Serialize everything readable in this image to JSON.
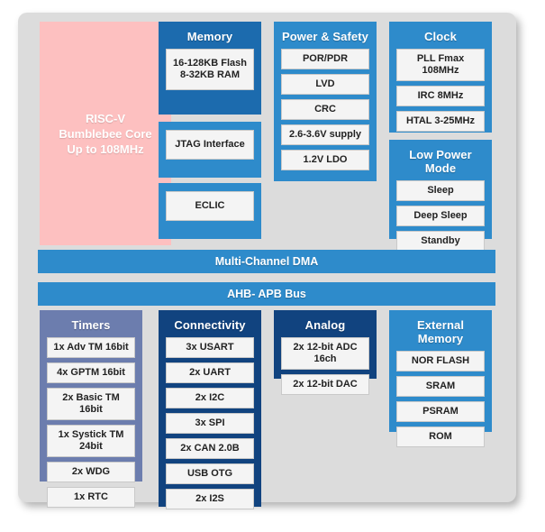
{
  "diagram": {
    "title": "RISC-V MCU Block Diagram",
    "colors": {
      "canvas": "#dcdcdc",
      "core_pink": "#fdc0c0",
      "blue_dark": "#1c6bae",
      "blue_mid": "#2e8bcb",
      "navy": "#11437f",
      "slate": "#6c7dae",
      "item_fill": "#f4f4f4"
    },
    "core": {
      "label_line1": "RISC-V",
      "label_line2": "Bumblebee Core",
      "label_line3": "Up to 108MHz"
    },
    "buses": [
      {
        "name": "multi-channel-dma",
        "label": "Multi-Channel DMA"
      },
      {
        "name": "ahb-apb-bus",
        "label": "AHB- APB Bus"
      }
    ],
    "blocks": [
      {
        "name": "memory",
        "title": "Memory",
        "color": "#1c6bae",
        "items": [
          "16-128KB Flash\n8-32KB RAM"
        ]
      },
      {
        "name": "jtag",
        "title": "",
        "color": "#2e8bcb",
        "items": [
          "JTAG Interface"
        ]
      },
      {
        "name": "eclic",
        "title": "",
        "color": "#2e8bcb",
        "items": [
          "ECLIC"
        ]
      },
      {
        "name": "power-and-safety",
        "title": "Power & Safety",
        "color": "#2e8bcb",
        "items": [
          "POR/PDR",
          "LVD",
          "CRC",
          "2.6-3.6V supply",
          "1.2V LDO"
        ]
      },
      {
        "name": "clock",
        "title": "Clock",
        "color": "#2e8bcb",
        "items": [
          "PLL Fmax 108MHz",
          "IRC 8MHz",
          "HTAL 3-25MHz"
        ]
      },
      {
        "name": "low-power-mode",
        "title": "Low Power Mode",
        "color": "#2e8bcb",
        "items": [
          "Sleep",
          "Deep Sleep",
          "Standby"
        ]
      },
      {
        "name": "timers",
        "title": "Timers",
        "color": "#6c7dae",
        "items": [
          "1x Adv TM 16bit",
          "4x GPTM 16bit",
          "2x Basic TM 16bit",
          "1x Systick TM 24bit",
          "2x WDG",
          "1x RTC"
        ]
      },
      {
        "name": "connectivity",
        "title": "Connectivity",
        "color": "#11437f",
        "items": [
          "3x USART",
          "2x UART",
          "2x I2C",
          "3x SPI",
          "2x CAN 2.0B",
          "USB OTG",
          "2x I2S"
        ]
      },
      {
        "name": "analog",
        "title": "Analog",
        "color": "#11437f",
        "items": [
          "2x 12-bit ADC 16ch",
          "2x 12-bit DAC"
        ]
      },
      {
        "name": "external-memory",
        "title": "External Memory",
        "color": "#2e8bcb",
        "items": [
          "NOR FLASH",
          "SRAM",
          "PSRAM",
          "ROM"
        ]
      }
    ],
    "memory": {
      "title": "Memory",
      "item_flash_line1": "16-128KB Flash",
      "item_flash_line2": "8-32KB RAM"
    },
    "jtag": {
      "item_0": "JTAG Interface"
    },
    "eclic": {
      "item_0": "ECLIC"
    },
    "power": {
      "title": "Power & Safety",
      "item_0": "POR/PDR",
      "item_1": "LVD",
      "item_2": "CRC",
      "item_3": "2.6-3.6V supply",
      "item_4": "1.2V LDO"
    },
    "clock": {
      "title": "Clock",
      "item_0": "PLL Fmax 108MHz",
      "item_1": "IRC 8MHz",
      "item_2": "HTAL 3-25MHz"
    },
    "lowpower": {
      "title": "Low Power Mode",
      "item_0": "Sleep",
      "item_1": "Deep Sleep",
      "item_2": "Standby"
    },
    "timers": {
      "title": "Timers",
      "item_0": "1x Adv TM 16bit",
      "item_1": "4x GPTM 16bit",
      "item_2": "2x Basic TM 16bit",
      "item_3": "1x Systick TM 24bit",
      "item_4": "2x WDG",
      "item_5": "1x RTC"
    },
    "connectivity": {
      "title": "Connectivity",
      "item_0": "3x USART",
      "item_1": "2x UART",
      "item_2": "2x I2C",
      "item_3": "3x SPI",
      "item_4": "2x CAN 2.0B",
      "item_5": "USB OTG",
      "item_6": "2x I2S"
    },
    "analog": {
      "title": "Analog",
      "item_0": "2x 12-bit ADC 16ch",
      "item_1": "2x 12-bit DAC"
    },
    "extmem": {
      "title": "External Memory",
      "item_0": "NOR FLASH",
      "item_1": "SRAM",
      "item_2": "PSRAM",
      "item_3": "ROM"
    },
    "bus": {
      "dma": "Multi-Channel DMA",
      "ahb": "AHB- APB Bus"
    }
  }
}
